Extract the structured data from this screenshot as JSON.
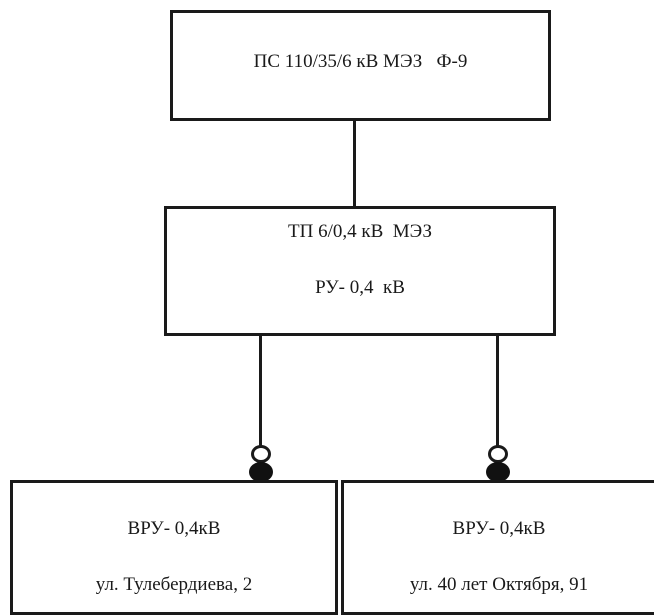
{
  "substation": {
    "label": "ПС 110/35/6 кВ МЭЗ   Ф-9"
  },
  "transformer": {
    "line1": "ТП 6/0,4 кВ  МЭЗ",
    "line2": "РУ- 0,4  кВ"
  },
  "consumers": [
    {
      "title": "ВРУ- 0,4кВ",
      "address": "ул. Тулебердиева, 2"
    },
    {
      "title": "ВРУ- 0,4кВ",
      "address": "ул. 40 лет Октября, 91"
    }
  ]
}
